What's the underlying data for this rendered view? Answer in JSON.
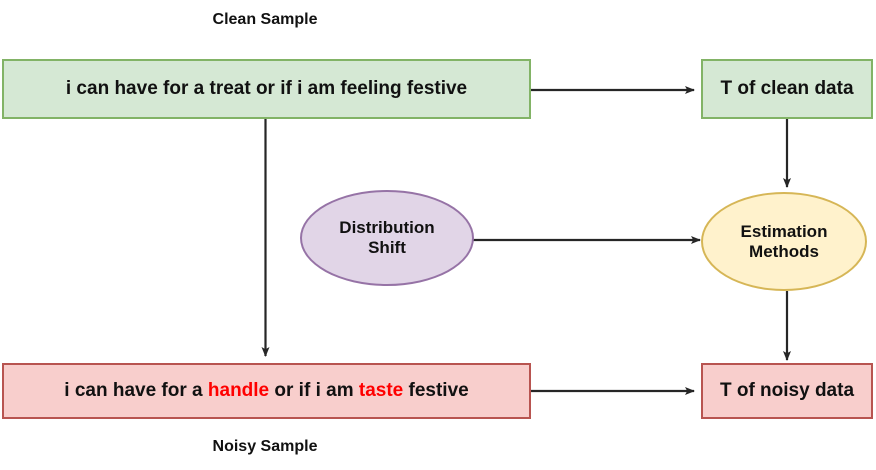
{
  "diagram": {
    "title_captions": {
      "clean": "Clean Sample",
      "noisy": "Noisy Sample"
    },
    "nodes": {
      "clean_sentence": {
        "full_text": "i can have for a treat or if i am feeling festive",
        "segments": [
          {
            "text": "i can have for a treat or if i am feeling festive",
            "noise": false
          }
        ],
        "fill": "#d5e8d4",
        "stroke": "#82b366",
        "shape": "rect"
      },
      "clean_stat": {
        "label": "T of clean data",
        "fill": "#d5e8d4",
        "stroke": "#82b366",
        "shape": "rect"
      },
      "noisy_sentence": {
        "full_text": "i can have for a handle or if i am taste festive",
        "segments": [
          {
            "text": "i can have for a ",
            "noise": false
          },
          {
            "text": "handle",
            "noise": true
          },
          {
            "text": " or if i am ",
            "noise": false
          },
          {
            "text": "taste",
            "noise": true
          },
          {
            "text": " festive",
            "noise": false
          }
        ],
        "fill": "#f8cecc",
        "stroke": "#b85450",
        "noise_color": "#ff0000",
        "shape": "rect"
      },
      "noisy_stat": {
        "label": "T of noisy data",
        "fill": "#f8cecc",
        "stroke": "#b85450",
        "shape": "rect"
      },
      "distribution_shift": {
        "line1": "Distribution",
        "line2": "Shift",
        "fill": "#e1d5e7",
        "stroke": "#9673a6",
        "shape": "ellipse"
      },
      "estimation_methods": {
        "line1": "Estimation",
        "line2": "Methods",
        "fill": "#fff2cc",
        "stroke": "#d6b656",
        "shape": "ellipse"
      }
    },
    "edges": [
      {
        "from": "clean_sentence",
        "to": "clean_stat",
        "label": "",
        "direction": "right"
      },
      {
        "from": "clean_sentence",
        "to": "noisy_sentence",
        "label": "",
        "direction": "down"
      },
      {
        "from": "clean_stat",
        "to": "estimation_methods",
        "label": "",
        "direction": "down"
      },
      {
        "from": "distribution_shift",
        "to": "estimation_methods",
        "label": "",
        "direction": "right"
      },
      {
        "from": "noisy_sentence",
        "to": "noisy_stat",
        "label": "",
        "direction": "right"
      },
      {
        "from": "estimation_methods",
        "to": "noisy_stat",
        "label": "",
        "direction": "down"
      }
    ],
    "edge_color": "#262626"
  }
}
